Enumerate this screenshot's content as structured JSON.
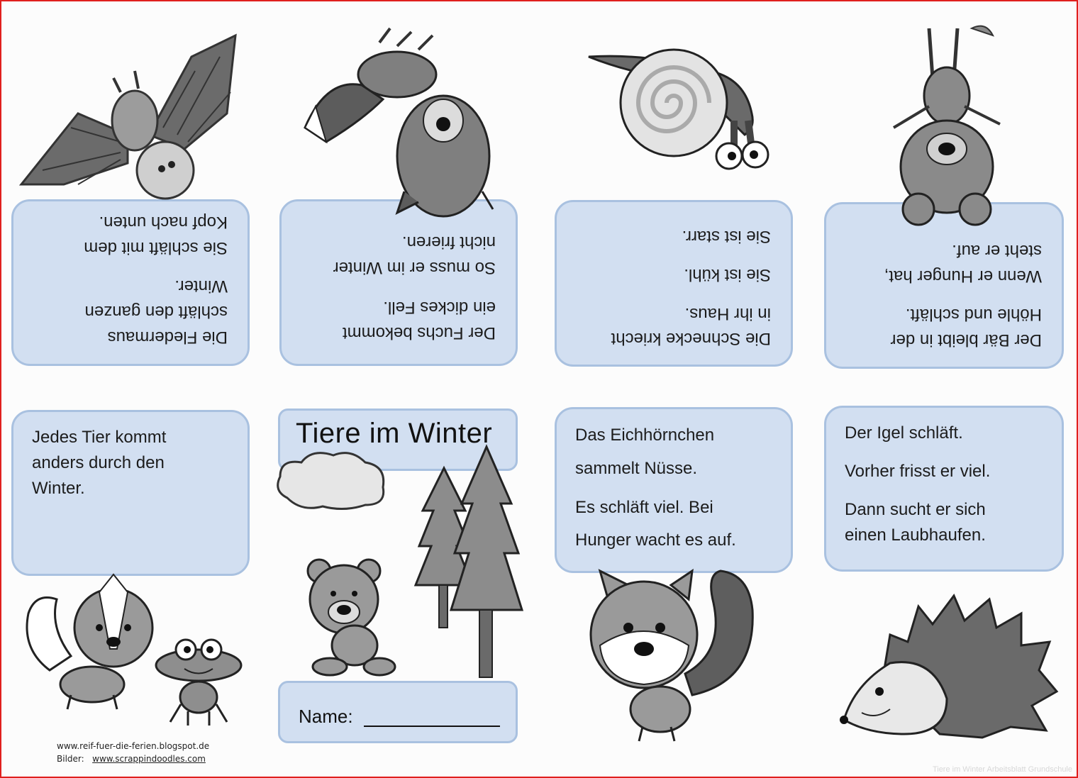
{
  "cards_top": [
    {
      "id": "bat",
      "lines": [
        "Die Fledermaus",
        "schläft den ganzen",
        "Winter.",
        "Sie schläft mit dem",
        "Kopf nach unten."
      ]
    },
    {
      "id": "fox",
      "lines": [
        "Der Fuchs bekommt",
        "ein dickes Fell.",
        "So muss er im Winter",
        "nicht frieren."
      ]
    },
    {
      "id": "snail",
      "lines": [
        "Die Schnecke kriecht",
        "in ihr Haus.",
        "Sie ist kühl.",
        "Sie ist starr."
      ]
    },
    {
      "id": "bear",
      "lines": [
        "Der Bär bleibt in der",
        "Höhle und schläft.",
        "Wenn er Hunger hat,",
        "steht er auf."
      ]
    }
  ],
  "cards_bottom": [
    {
      "id": "intro",
      "lines": [
        "Jedes Tier kommt",
        "anders durch den",
        "Winter."
      ]
    },
    {
      "id": "squirrel",
      "lines": [
        "Das Eichhörnchen",
        "sammelt Nüsse.",
        "Es schläft viel. Bei",
        "Hunger wacht es auf."
      ]
    },
    {
      "id": "hedgehog",
      "lines": [
        "Der Igel schläft.",
        "Vorher frisst er viel.",
        "Dann sucht er sich",
        "einen Laubhaufen."
      ]
    }
  ],
  "cover": {
    "title": "Tiere im Winter",
    "name_label": "Name:"
  },
  "credits": {
    "line1": "www.reif-fuer-die-ferien.blogspot.de",
    "line2_label": "Bilder:",
    "line2_link": "www.scrappindoodles.com"
  },
  "watermark": "Tiere im Winter Arbeitsblatt Grundschule",
  "colors": {
    "card_fill": "#d2dff1",
    "card_border": "#a9c1e0",
    "frame": "#e0201e"
  }
}
